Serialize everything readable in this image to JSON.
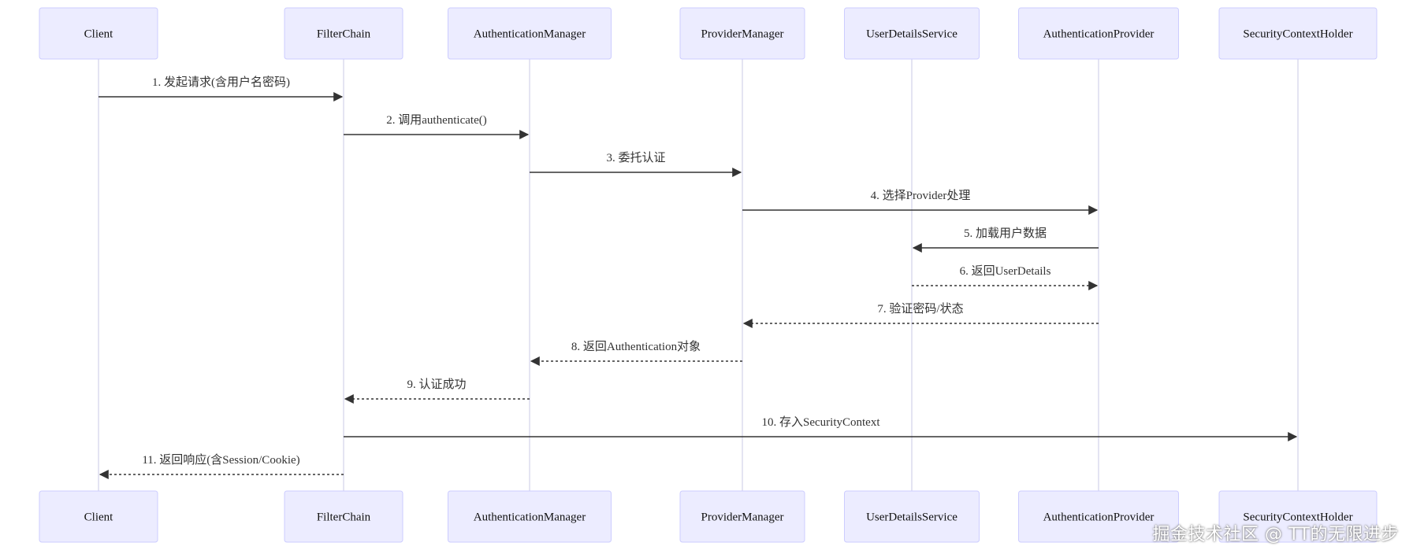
{
  "actors": [
    {
      "id": "client",
      "label": "Client"
    },
    {
      "id": "filterchain",
      "label": "FilterChain"
    },
    {
      "id": "authmanager",
      "label": "AuthenticationManager"
    },
    {
      "id": "providermanager",
      "label": "ProviderManager"
    },
    {
      "id": "userdetailsservice",
      "label": "UserDetailsService"
    },
    {
      "id": "authprovider",
      "label": "AuthenticationProvider"
    },
    {
      "id": "contextholder",
      "label": "SecurityContextHolder"
    }
  ],
  "messages": [
    {
      "from": "client",
      "to": "filterchain",
      "label": "1. 发起请求(含用户名密码)",
      "style": "solid"
    },
    {
      "from": "filterchain",
      "to": "authmanager",
      "label": "2. 调用authenticate()",
      "style": "solid"
    },
    {
      "from": "authmanager",
      "to": "providermanager",
      "label": "3. 委托认证",
      "style": "solid"
    },
    {
      "from": "providermanager",
      "to": "authprovider",
      "label": "4. 选择Provider处理",
      "style": "solid"
    },
    {
      "from": "authprovider",
      "to": "userdetailsservice",
      "label": "5. 加载用户数据",
      "style": "solid"
    },
    {
      "from": "userdetailsservice",
      "to": "authprovider",
      "label": "6. 返回UserDetails",
      "style": "dashed"
    },
    {
      "from": "authprovider",
      "to": "providermanager",
      "label": "7. 验证密码/状态",
      "style": "dashed"
    },
    {
      "from": "providermanager",
      "to": "authmanager",
      "label": "8. 返回Authentication对象",
      "style": "dashed"
    },
    {
      "from": "authmanager",
      "to": "filterchain",
      "label": "9. 认证成功",
      "style": "dashed"
    },
    {
      "from": "filterchain",
      "to": "contextholder",
      "label": "10. 存入SecurityContext",
      "style": "solid"
    },
    {
      "from": "filterchain",
      "to": "client",
      "label": "11. 返回响应(含Session/Cookie)",
      "style": "dashed"
    }
  ],
  "watermark": "掘金技术社区 @ TT的无限进步",
  "colors": {
    "actor_fill": "#ECECFF",
    "actor_stroke": "#CCCCFF",
    "lifeline": "#C8C8E6",
    "message": "#333333"
  }
}
